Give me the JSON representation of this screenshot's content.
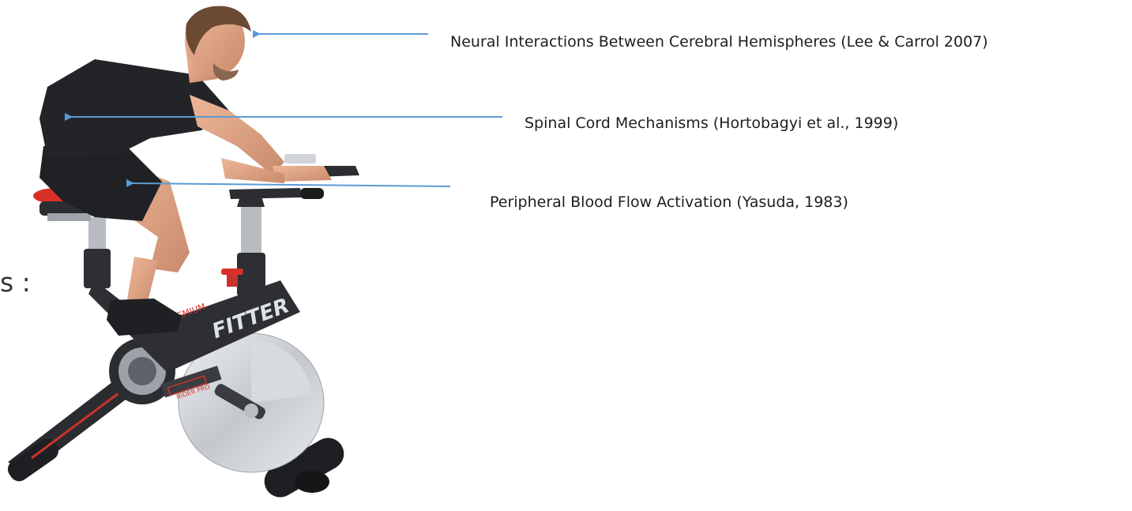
{
  "annotations": [
    {
      "text": "Neural Interactions Between Cerebral Hemispheres (Lee & Carrol 2007)",
      "target": "head"
    },
    {
      "text": "Spinal Cord Mechanisms (Hortobagyi et al., 1999)",
      "target": "upper-back"
    },
    {
      "text": "Peripheral Blood Flow Activation (Yasuda, 1983)",
      "target": "thigh"
    }
  ],
  "slide_fragment": "s :",
  "bike": {
    "brand_mark": "FITTER",
    "model_mark": "PREMIUM",
    "frame_badge": "RIDER PRO"
  },
  "colors": {
    "arrow": "#5b9bd5",
    "frame": "#2d2f33",
    "seat_accent": "#d9302a",
    "skin": "#e3a98a",
    "flywheel": "#c9cdd2"
  },
  "icons": {
    "photo": "man-on-spin-bike-photo",
    "arrowhead": "arrowhead-left-icon"
  }
}
